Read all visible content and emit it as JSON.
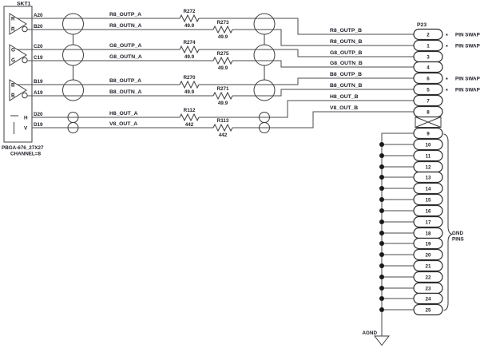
{
  "socket": {
    "ref": "SKT1",
    "part": "PBGA-676_27X27",
    "channel": "CHANNEL=8",
    "buffers": [
      {
        "pos": "R",
        "neg": "R̅"
      },
      {
        "pos": "G",
        "neg": "G̅"
      },
      {
        "pos": "B",
        "neg": "B̅"
      }
    ],
    "sync": {
      "h": "H",
      "v": "V"
    },
    "pin_names": [
      "A20",
      "B20",
      "C20",
      "C19",
      "B19",
      "A19",
      "D20",
      "D19"
    ]
  },
  "nets": {
    "a_side": [
      "R8_OUTP_A",
      "R8_OUTN_A",
      "G8_OUTP_A",
      "G8_OUTN_A",
      "B8_OUTP_A",
      "B8_OUTN_A",
      "H8_OUT_A",
      "V8_OUT_A"
    ],
    "b_side": [
      "R8_OUTP_B",
      "R8_OUTN_B",
      "G8_OUTP_B",
      "G8_OUTN_B",
      "B8_OUTP_B",
      "B8_OUTN_B",
      "H8_OUT_B",
      "V8_OUT_B"
    ]
  },
  "resistors": [
    {
      "ref": "R272",
      "value": "49.9"
    },
    {
      "ref": "R273",
      "value": "49.9"
    },
    {
      "ref": "R274",
      "value": "49.9"
    },
    {
      "ref": "R275",
      "value": "49.9"
    },
    {
      "ref": "R270",
      "value": "49.9"
    },
    {
      "ref": "R271",
      "value": "49.9"
    },
    {
      "ref": "R112",
      "value": "442"
    },
    {
      "ref": "R113",
      "value": "442"
    }
  ],
  "connector": {
    "ref": "P23",
    "signal_pins": [
      "2",
      "1",
      "3",
      "4",
      "6",
      "5",
      "7",
      "8"
    ],
    "gnd_pins": [
      "9",
      "10",
      "11",
      "12",
      "13",
      "14",
      "15",
      "16",
      "17",
      "18",
      "19",
      "20",
      "21",
      "22",
      "23",
      "24",
      "25"
    ],
    "swap_marker": "*",
    "pin_swap_label": "PIN SWAP",
    "gnd_label_line1": "GND",
    "gnd_label_line2": "PINS",
    "agnd_label": "AGND"
  },
  "colors": {
    "background": "#ffffff",
    "wire": "#4a4a4a",
    "text": "#1c1c26"
  }
}
